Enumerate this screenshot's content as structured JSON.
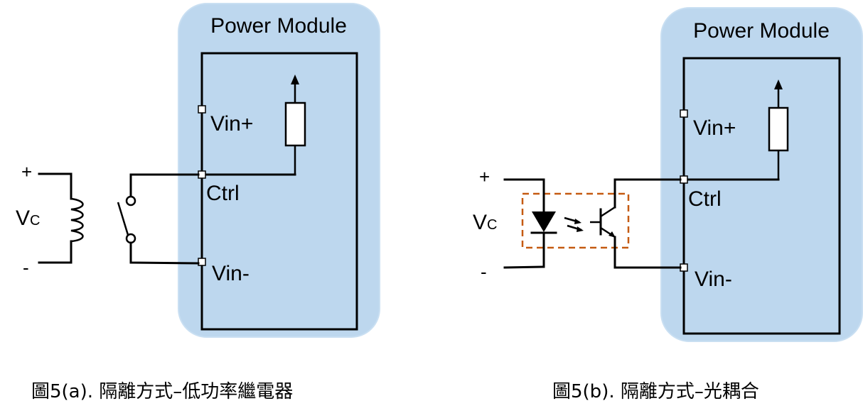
{
  "diagram_a": {
    "module_title": "Power Module",
    "pin_vin_plus": "Vin+",
    "pin_ctrl": "Ctrl",
    "pin_vin_minus": "Vin-",
    "vc_main": "V",
    "vc_sub": "C",
    "plus_sign": "+",
    "minus_sign": "-",
    "caption": "圖5(a). 隔離方式–低功率繼電器"
  },
  "diagram_b": {
    "module_title": "Power Module",
    "pin_vin_plus": "Vin+",
    "pin_ctrl": "Ctrl",
    "pin_vin_minus": "Vin-",
    "vc_main": "V",
    "vc_sub": "C",
    "plus_sign": "+",
    "minus_sign": "-",
    "caption": "圖5(b). 隔離方式–光耦合"
  },
  "colors": {
    "module_fill": "#bdd7ee",
    "optocoupler_outline": "#c55a11",
    "wire": "#000000"
  }
}
